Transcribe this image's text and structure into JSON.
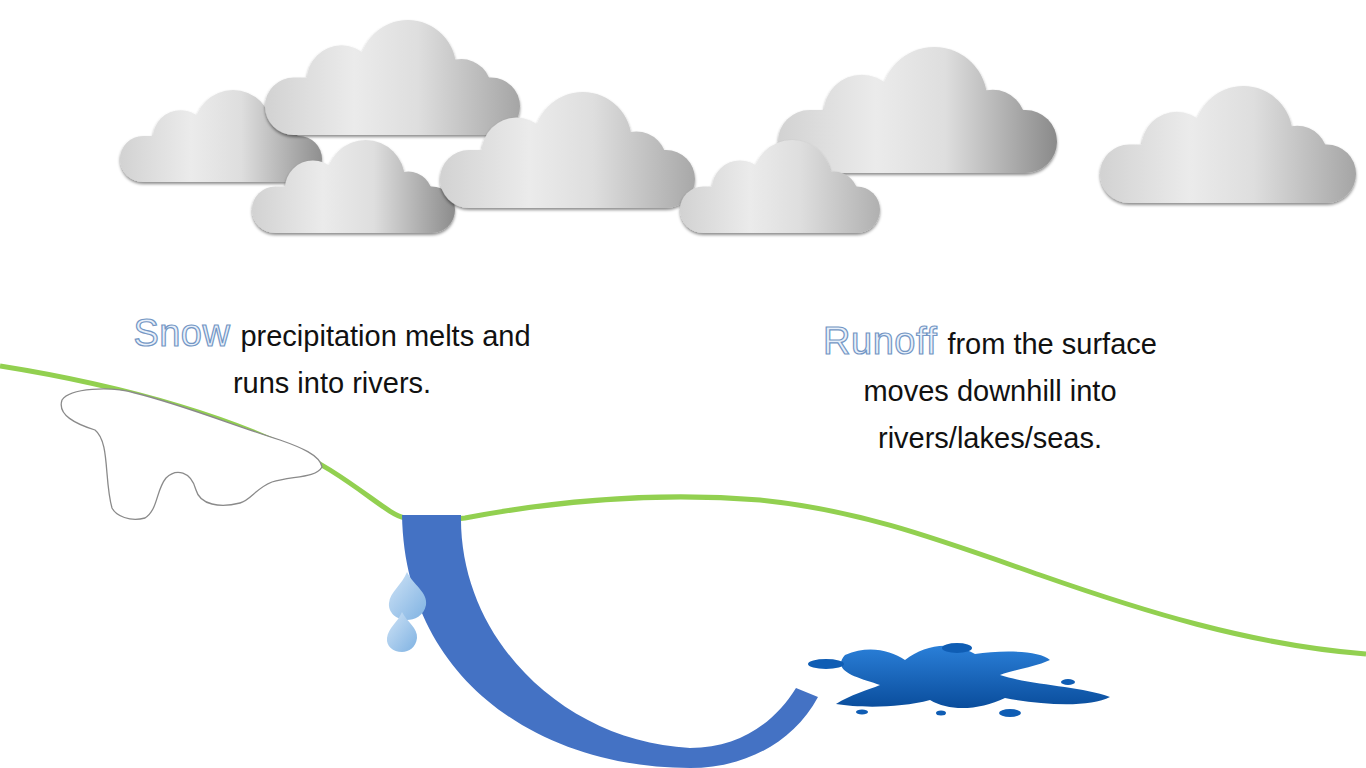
{
  "diagram": {
    "labels": [
      "Snow",
      "precipitation melts and runs into rivers.",
      "Runoff",
      "from the surface moves downhill into rivers/lakes/seas."
    ]
  }
}
